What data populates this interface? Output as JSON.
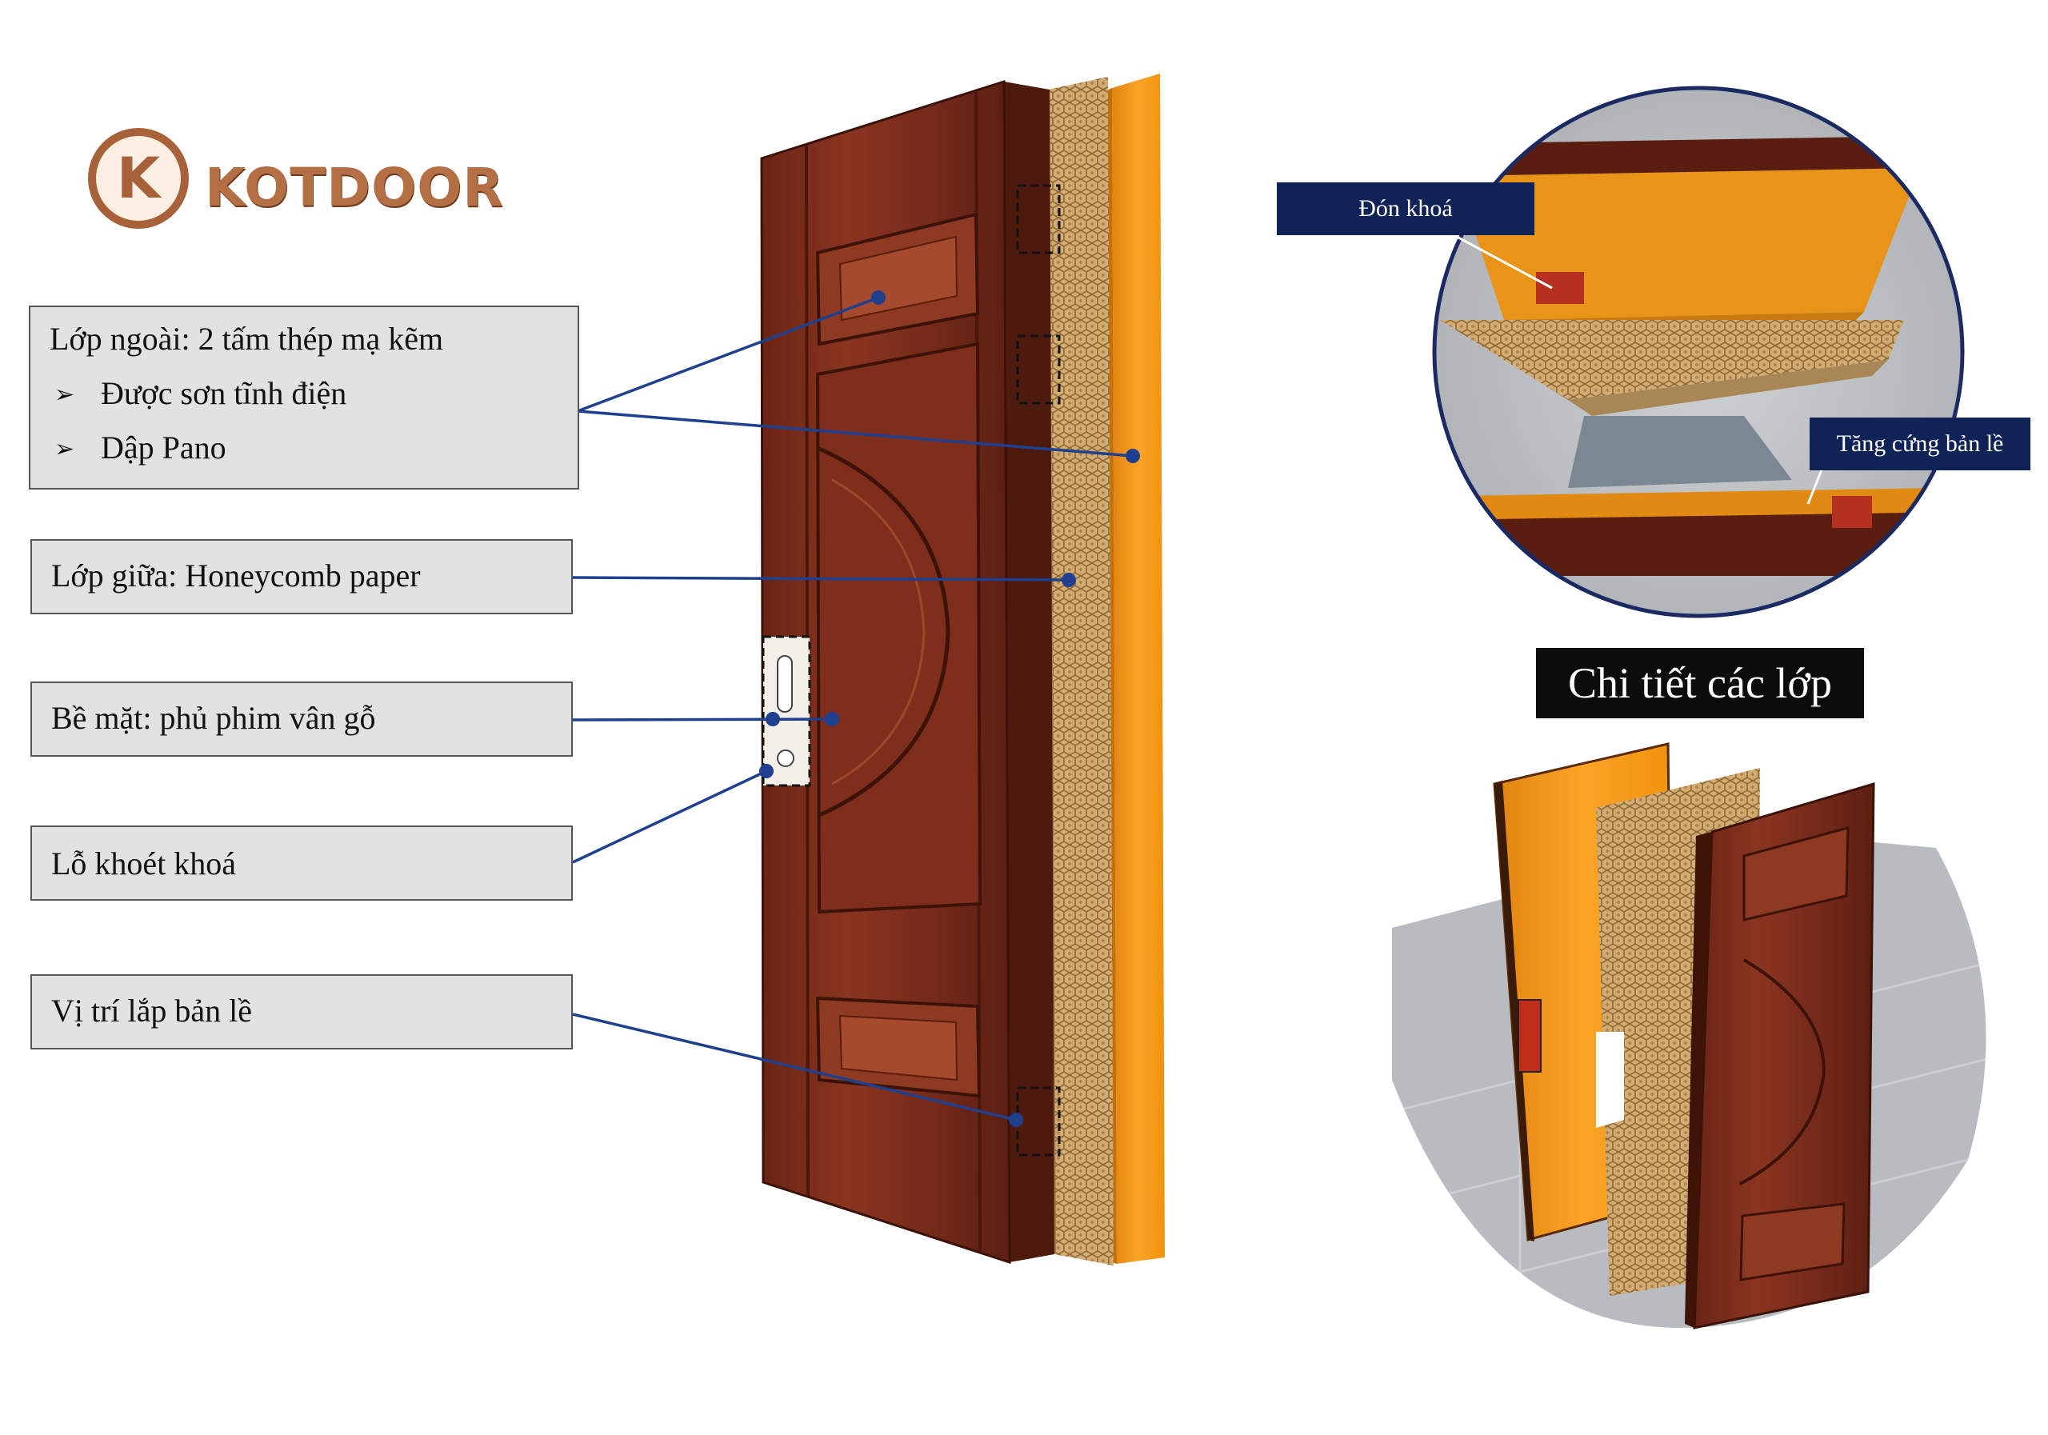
{
  "brand": {
    "name": "KOTDOOR",
    "monogram": "K"
  },
  "labels": {
    "outer_layer": {
      "title": "Lớp ngoài:  2 tấm thép mạ kẽm",
      "bullet_glyph": "➢",
      "bullets": [
        "Được sơn tĩnh điện",
        "Dập Pano"
      ]
    },
    "middle_layer": "Lớp giữa: Honeycomb paper",
    "surface": "Bề mặt: phủ phim vân gỗ",
    "lock_hole": "Lỗ khoét khoá",
    "hinge_position": "Vị trí lắp bản lề"
  },
  "callouts": {
    "lock_receiver": "Đón khoá",
    "hinge_reinforcement": "Tăng cứng bản lề"
  },
  "detail_title": "Chi tiết các lớp",
  "colors": {
    "door_wood": "#7a2c18",
    "door_wood_dark": "#5a1e10",
    "honeycomb": "#d8b27a",
    "inner_steel": "#f39a12",
    "leader_line": "#1f3f8f",
    "label_bg": "#e2e2e2",
    "tag_bg": "#0f2356",
    "brand_copper": "#b56f45"
  }
}
